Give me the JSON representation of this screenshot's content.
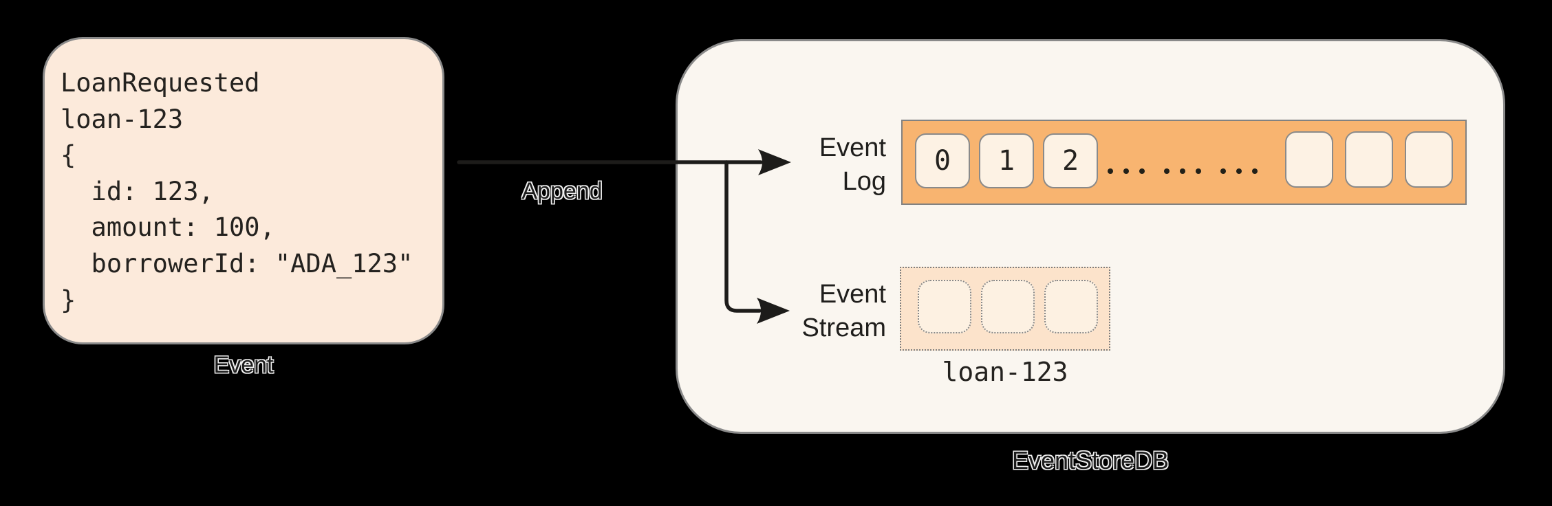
{
  "colors": {
    "background": "#000000",
    "card_fill": "#fceadb",
    "db_fill": "#faf6f0",
    "log_bar_fill": "#f8b470",
    "cell_fill": "#fdf2e4",
    "stream_fill": "#fce3cb",
    "stream_cell_fill": "#fdf1e2",
    "solid_border": "#8a8a8a",
    "dotted_border": "#7e7e7e",
    "ink": "#1e1d1b"
  },
  "event_card": {
    "code_lines": [
      "LoanRequested",
      "loan-123",
      "{",
      "  id: 123,",
      "  amount: 100,",
      "  borrowerId: \"ADA_123\"",
      "}"
    ],
    "caption": "Event"
  },
  "append": {
    "label": "Append"
  },
  "event_store_db": {
    "caption": "EventStoreDB",
    "event_log": {
      "label": [
        "Event",
        "Log"
      ],
      "numbered_cells": [
        "0",
        "1",
        "2"
      ],
      "ellipsis": "... ... ...",
      "empty_cell_count": 3
    },
    "event_stream": {
      "label": [
        "Event",
        "Stream"
      ],
      "empty_cell_count": 3,
      "caption": "loan-123"
    }
  }
}
